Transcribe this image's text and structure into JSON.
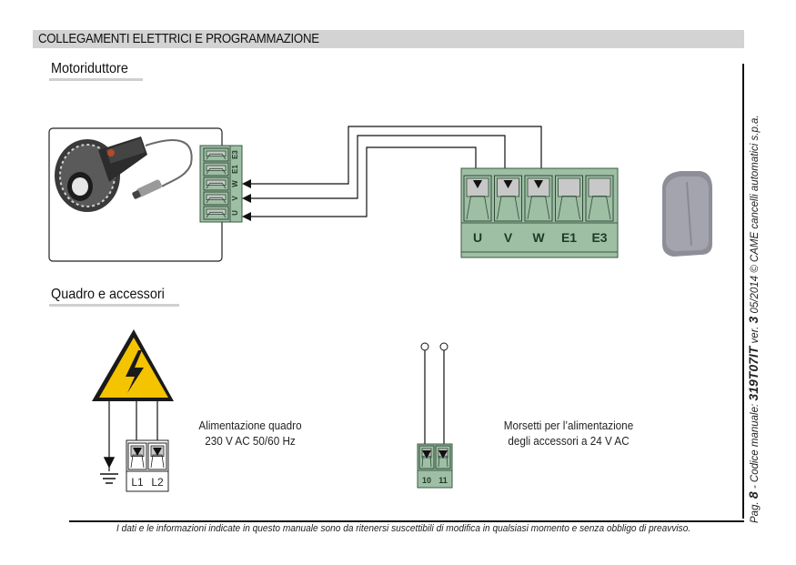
{
  "header": {
    "title": "COLLEGAMENTI ELETTRICI E PROGRAMMAZIONE"
  },
  "sections": {
    "motor": {
      "title": "Motoriduttore",
      "motor_terminals": [
        "E3",
        "E1",
        "W",
        "V",
        "U"
      ],
      "board_terminals": [
        "U",
        "V",
        "W",
        "E1",
        "E3"
      ]
    },
    "panel": {
      "title": "Quadro e accessori",
      "power_terminals": [
        "L1",
        "L2"
      ],
      "power_caption_line1": "Alimentazione quadro",
      "power_caption_line2": "230 V AC 50/60 Hz",
      "accessory_terminals": [
        "10",
        "11"
      ],
      "accessory_caption_line1": "Morsetti per l’alimentazione",
      "accessory_caption_line2": "degli accessori a 24 V AC"
    }
  },
  "footer": {
    "disclaimer": "I dati e le informazioni indicate in questo manuale sono da ritenersi suscettibili di modifica in qualsiasi momento e senza obbligo di preavviso."
  },
  "sidebar": {
    "page_prefix": "Pag.",
    "page_number": "8",
    "code_label": "- Codice manuale:",
    "code": "319T07IT",
    "version_label": "ver.",
    "version": "3",
    "date_copyright": "05/2014 © CAME cancelli automatici s.p.a."
  },
  "colors": {
    "terminal_green": "#9fbfa5",
    "terminal_dark": "#2f4a36",
    "header_gray": "#d3d3d3",
    "warning_yellow": "#f5c400"
  }
}
